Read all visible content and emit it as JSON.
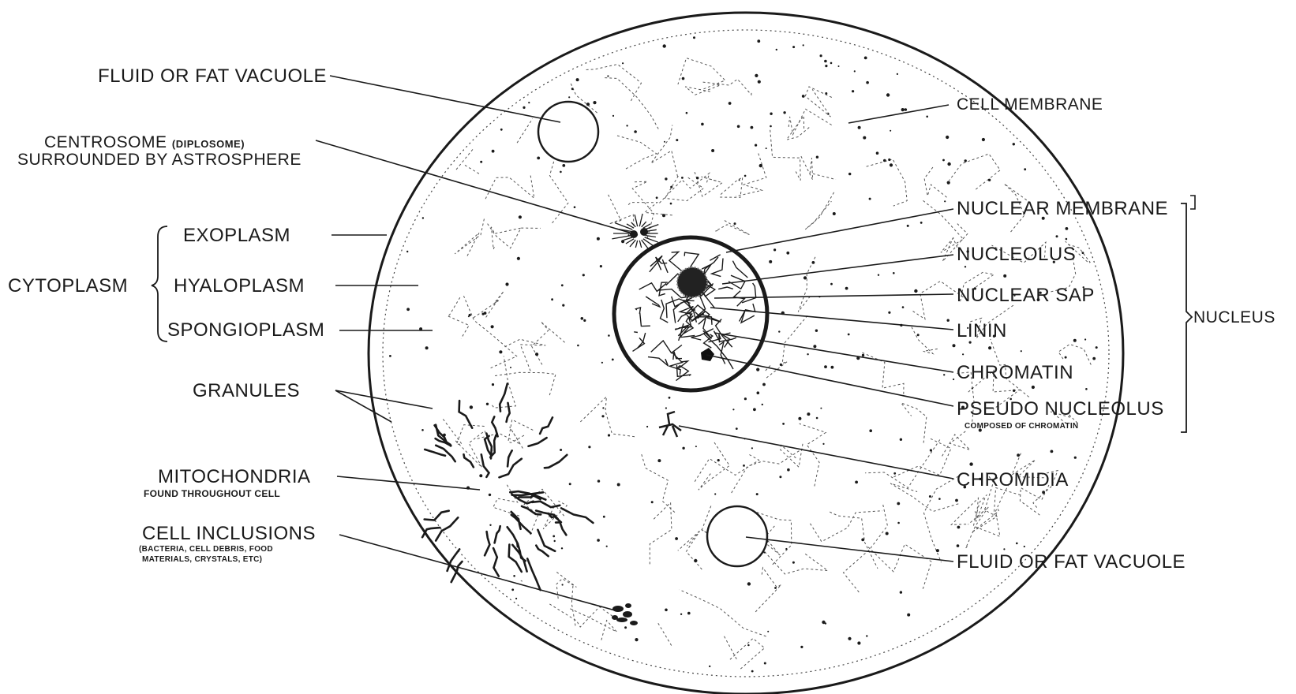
{
  "labels": {
    "fluid_vacuole_top": "FLUID OR FAT VACUOLE",
    "centrosome": "CENTROSOME",
    "centrosome_paren": "(DIPLOSOME)",
    "centrosome_line2": "SURROUNDED BY ASTROSPHERE",
    "exoplasm": "EXOPLASM",
    "cytoplasm": "CYTOPLASM",
    "hyaloplasm": "HYALOPLASM",
    "spongioplasm": "SPONGIOPLASM",
    "granules": "GRANULES",
    "mitochondria": "MITOCHONDRIA",
    "mitochondria_sub": "FOUND THROUGHOUT CELL",
    "cell_inclusions": "CELL INCLUSIONS",
    "cell_inclusions_sub1": "(BACTERIA, CELL DEBRIS, FOOD",
    "cell_inclusions_sub2": "MATERIALS, CRYSTALS, ETC)",
    "cell_membrane": "CELL MEMBRANE",
    "nuclear_membrane": "NUCLEAR MEMBRANE",
    "nucleolus": "NUCLEOLUS",
    "nuclear_sap": "NUCLEAR SAP",
    "linin": "LININ",
    "chromatin": "CHROMATIN",
    "pseudo_nucleolus": "PSEUDO NUCLEOLUS",
    "pseudo_nucleolus_sub": "COMPOSED OF CHROMATIN",
    "nucleus": "NUCLEUS",
    "chromidia": "CHROMIDIA",
    "fluid_vacuole_bottom": "FLUID OR FAT VACUOLE"
  },
  "colors": {
    "ink": "#1a1a1a",
    "paper": "#ffffff"
  }
}
